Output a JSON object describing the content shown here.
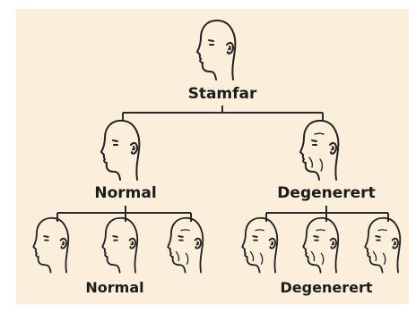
{
  "colors": {
    "background": "#fbefdc",
    "line": "#2a2a2a"
  },
  "icons": {
    "face": "bald-head-profile-icon",
    "face_aged": "aged-bald-head-profile-icon"
  },
  "labels": {
    "root": "Stamfar",
    "left_child": "Normal",
    "right_child": "Degenerert",
    "left_group": "Normal",
    "right_group": "Degenerert"
  }
}
